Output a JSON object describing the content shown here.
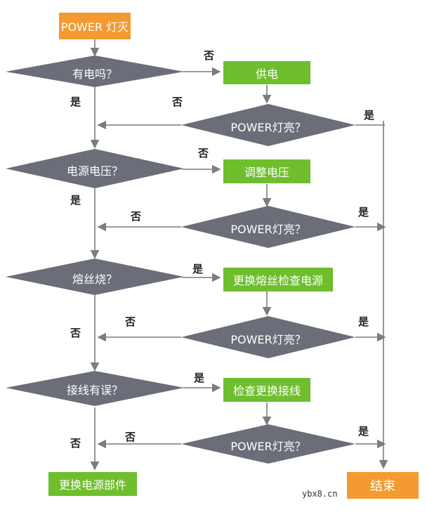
{
  "colors": {
    "green": "#6fbe2e",
    "orange": "#f39a30",
    "diamond": "#6b6e78",
    "line": "#7c7c7c"
  },
  "nodes": {
    "start": "POWER 灯灭",
    "q1": "有电吗？",
    "a1": "供电",
    "c1": "POWER灯亮？",
    "q2": "电源电压？",
    "a2": "调整电压",
    "c2": "POWER灯亮？",
    "q3": "熔丝烧？",
    "a3": "更换熔丝检查电源",
    "c3": "POWER灯亮？",
    "q4": "接线有误？",
    "a4": "检查更换接线",
    "c4": "POWER灯亮？",
    "replace": "更换电源部件",
    "end": "结束"
  },
  "labels": {
    "q1_no": "否",
    "q1_yes": "是",
    "c1_no": "否",
    "c1_yes": "是",
    "q2_no": "否",
    "q2_yes": "是",
    "c2_no": "否",
    "c2_yes": "是",
    "q3_yes": "是",
    "q3_no": "否",
    "c3_no": "否",
    "c3_yes": "是",
    "q4_yes": "是",
    "q4_no": "否",
    "c4_no": "否",
    "c4_yes": "是"
  },
  "watermark": "ybx8.cn"
}
